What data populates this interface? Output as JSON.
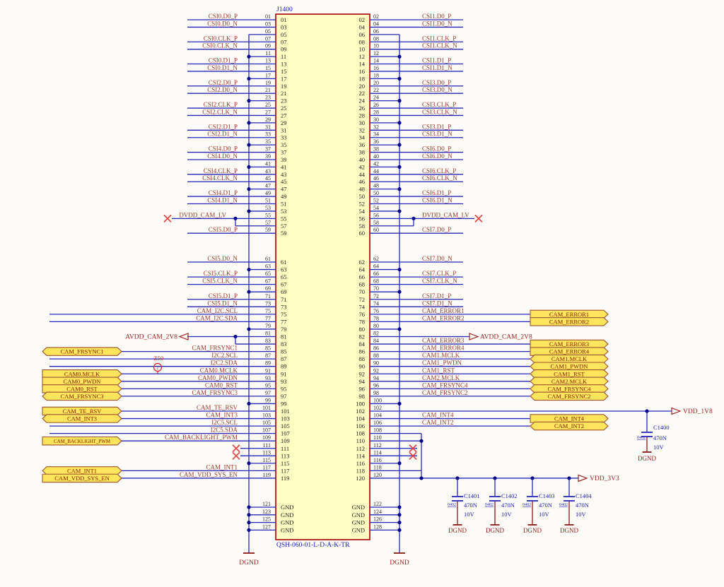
{
  "connector": {
    "refdes": "J1400",
    "part_number": "QSH-060-01-L-D-A-K-TR",
    "gnd_pin_name": "GND",
    "gnd_pins_left": [
      "121",
      "123",
      "125",
      "127"
    ],
    "gnd_pins_right": [
      "122",
      "124",
      "126",
      "128"
    ]
  },
  "power": {
    "dvdd": "DVDD_CAM_LV",
    "avdd": "AVDD_CAM_2V8",
    "v18": "VDD_1V8",
    "v33": "VDD_3V3",
    "dgnd": "DGND"
  },
  "impedance_note": {
    "label": "Z50",
    "glyph": "i"
  },
  "colors": {
    "wire": "#2626B8",
    "body_fill": "#FFFFC4",
    "body_stroke": "#A40000",
    "flag_fill": "#FFE45E",
    "net_text": "#A03B2E",
    "power_text": "#9E2121",
    "blue_text": "#1A1AB4",
    "nc_x": "#E04545"
  },
  "capacitors": [
    {
      "ref": "C1400",
      "footprint": "0402",
      "value": "470N",
      "voltage": "10V"
    },
    {
      "ref": "C1401",
      "footprint": "0402",
      "value": "470N",
      "voltage": "10V"
    },
    {
      "ref": "C1402",
      "footprint": "0402",
      "value": "470N",
      "voltage": "10V"
    },
    {
      "ref": "C1403",
      "footprint": "0402",
      "value": "470N",
      "voltage": "10V"
    },
    {
      "ref": "C1404",
      "footprint": "0402",
      "value": "470N",
      "voltage": "10V"
    }
  ],
  "left_a": [
    {
      "pin": "01",
      "kind": "net",
      "net": "CSI0.D0_P"
    },
    {
      "pin": "03",
      "kind": "net",
      "net": "CSI0.D0_N"
    },
    {
      "pin": "05",
      "kind": "shield",
      "first": true
    },
    {
      "pin": "07",
      "kind": "net",
      "net": "CSI0.CLK_P"
    },
    {
      "pin": "09",
      "kind": "net",
      "net": "CSI0.CLK_N"
    },
    {
      "pin": "11",
      "kind": "shield"
    },
    {
      "pin": "13",
      "kind": "net",
      "net": "CSI0.D1_P"
    },
    {
      "pin": "15",
      "kind": "net",
      "net": "CSI0.D1_N"
    },
    {
      "pin": "17",
      "kind": "shield"
    },
    {
      "pin": "19",
      "kind": "net",
      "net": "CSI2.D0_P"
    },
    {
      "pin": "21",
      "kind": "net",
      "net": "CSI2.D0_N"
    },
    {
      "pin": "23",
      "kind": "shield"
    },
    {
      "pin": "25",
      "kind": "net",
      "net": "CSI2.CLK_P"
    },
    {
      "pin": "27",
      "kind": "net",
      "net": "CSI2.CLK_N"
    },
    {
      "pin": "29",
      "kind": "shield"
    },
    {
      "pin": "31",
      "kind": "net",
      "net": "CSI2.D1_P"
    },
    {
      "pin": "33",
      "kind": "net",
      "net": "CSI2.D1_N"
    },
    {
      "pin": "35",
      "kind": "shield"
    },
    {
      "pin": "37",
      "kind": "net",
      "net": "CSI4.D0_P"
    },
    {
      "pin": "39",
      "kind": "net",
      "net": "CSI4.D0_N"
    },
    {
      "pin": "41",
      "kind": "shield"
    },
    {
      "pin": "43",
      "kind": "net",
      "net": "CSI4.CLK_P"
    },
    {
      "pin": "45",
      "kind": "net",
      "net": "CSI4.CLK_N"
    },
    {
      "pin": "47",
      "kind": "shield"
    },
    {
      "pin": "49",
      "kind": "net",
      "net": "CSI4.D1_P"
    },
    {
      "pin": "51",
      "kind": "net",
      "net": "CSI4.D1_N"
    },
    {
      "pin": "53",
      "kind": "shield"
    },
    {
      "pin": "55",
      "kind": "powerx"
    },
    {
      "pin": "57",
      "kind": "jog"
    },
    {
      "pin": "59",
      "kind": "net",
      "net": "CSI5.D0_P"
    }
  ],
  "left_b": [
    {
      "pin": "61",
      "kind": "net",
      "net": "CSI5.D0_N"
    },
    {
      "pin": "63",
      "kind": "shield"
    },
    {
      "pin": "65",
      "kind": "net",
      "net": "CSI5.CLK_P"
    },
    {
      "pin": "67",
      "kind": "net",
      "net": "CSI5.CLK_N"
    },
    {
      "pin": "69",
      "kind": "shield"
    },
    {
      "pin": "71",
      "kind": "net",
      "net": "CSI5.D1_P"
    },
    {
      "pin": "73",
      "kind": "net",
      "net": "CSI5.D1_N"
    },
    {
      "pin": "75",
      "kind": "net",
      "net": "CAM_I2C.SCL",
      "long": true
    },
    {
      "pin": "77",
      "kind": "net",
      "net": "CAM_I2C.SDA",
      "long": true
    },
    {
      "pin": "79",
      "kind": "shield"
    },
    {
      "pin": "81",
      "kind": "avdd"
    },
    {
      "pin": "83",
      "kind": "jog"
    },
    {
      "pin": "85",
      "kind": "flag",
      "dir": "bi",
      "net": "CAM_FRSYNC1"
    },
    {
      "pin": "87",
      "kind": "net",
      "net": "I2C2.SCL",
      "long": true
    },
    {
      "pin": "89",
      "kind": "net",
      "net": "I2C2.SDA",
      "long": true
    },
    {
      "pin": "91",
      "kind": "flag",
      "dir": "out",
      "net": "CAM0.MCLK"
    },
    {
      "pin": "93",
      "kind": "flag",
      "dir": "out",
      "net": "CAM0_PWDN"
    },
    {
      "pin": "95",
      "kind": "flag",
      "dir": "out",
      "net": "CAM0_RST"
    },
    {
      "pin": "97",
      "kind": "flag",
      "dir": "bi",
      "net": "CAM_FRSYNC3"
    },
    {
      "pin": "99",
      "kind": "shield"
    },
    {
      "pin": "101",
      "kind": "flag",
      "dir": "out",
      "net": "CAM_TE_RSV"
    },
    {
      "pin": "103",
      "kind": "flag",
      "dir": "bi",
      "net": "CAM_INT3"
    },
    {
      "pin": "105",
      "kind": "net",
      "net": "I2C5.SCL",
      "long": true
    },
    {
      "pin": "107",
      "kind": "net",
      "net": "I2C5.SDA",
      "long": true
    },
    {
      "pin": "109",
      "kind": "flag",
      "dir": "out",
      "net": "CAM_BACKLIGHT_PWM",
      "small": true
    },
    {
      "pin": "111",
      "kind": "nc"
    },
    {
      "pin": "113",
      "kind": "nc"
    },
    {
      "pin": "115",
      "kind": "shield"
    },
    {
      "pin": "117",
      "kind": "flag",
      "dir": "bi",
      "net": "CAM_INT1"
    },
    {
      "pin": "119",
      "kind": "flag",
      "dir": "out",
      "net": "CAM_VDD_SYS_EN"
    }
  ],
  "right_a": [
    {
      "pin": "02",
      "kind": "net",
      "net": "CSI1.D0_P"
    },
    {
      "pin": "04",
      "kind": "net",
      "net": "CSI1.D0_N"
    },
    {
      "pin": "06",
      "kind": "shield",
      "first": true
    },
    {
      "pin": "08",
      "kind": "net",
      "net": "CSI1.CLK_P"
    },
    {
      "pin": "10",
      "kind": "net",
      "net": "CSI1.CLK_N"
    },
    {
      "pin": "12",
      "kind": "shield"
    },
    {
      "pin": "14",
      "kind": "net",
      "net": "CSI1.D1_P"
    },
    {
      "pin": "16",
      "kind": "net",
      "net": "CSI1.D1_N"
    },
    {
      "pin": "18",
      "kind": "shield"
    },
    {
      "pin": "20",
      "kind": "net",
      "net": "CSI3.D0_P"
    },
    {
      "pin": "22",
      "kind": "net",
      "net": "CSI3.D0_N"
    },
    {
      "pin": "24",
      "kind": "shield"
    },
    {
      "pin": "26",
      "kind": "net",
      "net": "CSI3.CLK_P"
    },
    {
      "pin": "28",
      "kind": "net",
      "net": "CSI3.CLK_N"
    },
    {
      "pin": "30",
      "kind": "shield"
    },
    {
      "pin": "32",
      "kind": "net",
      "net": "CSI3.D1_P"
    },
    {
      "pin": "34",
      "kind": "net",
      "net": "CSI3.D1_N"
    },
    {
      "pin": "36",
      "kind": "shield"
    },
    {
      "pin": "38",
      "kind": "net",
      "net": "CSI6.D0_P"
    },
    {
      "pin": "40",
      "kind": "net",
      "net": "CSI6.D0_N"
    },
    {
      "pin": "42",
      "kind": "shield"
    },
    {
      "pin": "44",
      "kind": "net",
      "net": "CSI6.CLK_P"
    },
    {
      "pin": "46",
      "kind": "net",
      "net": "CSI6.CLK_N"
    },
    {
      "pin": "48",
      "kind": "shield"
    },
    {
      "pin": "50",
      "kind": "net",
      "net": "CSI6.D1_P"
    },
    {
      "pin": "52",
      "kind": "net",
      "net": "CSI6.D1_N"
    },
    {
      "pin": "54",
      "kind": "shield"
    },
    {
      "pin": "56",
      "kind": "powerx"
    },
    {
      "pin": "58",
      "kind": "jog"
    },
    {
      "pin": "60",
      "kind": "net",
      "net": "CSI7.D0_P"
    }
  ],
  "right_b": [
    {
      "pin": "62",
      "kind": "net",
      "net": "CSI7.D0_N"
    },
    {
      "pin": "64",
      "kind": "shield"
    },
    {
      "pin": "66",
      "kind": "net",
      "net": "CSI7.CLK_P"
    },
    {
      "pin": "68",
      "kind": "net",
      "net": "CSI7.CLK_N"
    },
    {
      "pin": "70",
      "kind": "shield"
    },
    {
      "pin": "72",
      "kind": "net",
      "net": "CSI7.D1_P"
    },
    {
      "pin": "74",
      "kind": "net",
      "net": "CSI7.D1_N"
    },
    {
      "pin": "76",
      "kind": "flag",
      "dir": "out",
      "net": "CAM_ERROR1"
    },
    {
      "pin": "78",
      "kind": "flag",
      "dir": "out",
      "net": "CAM_ERROR2"
    },
    {
      "pin": "80",
      "kind": "shield"
    },
    {
      "pin": "82",
      "kind": "avdd"
    },
    {
      "pin": "84",
      "kind": "flag",
      "dir": "out",
      "net": "CAM_ERROR3"
    },
    {
      "pin": "86",
      "kind": "flag",
      "dir": "out",
      "net": "CAM_ERROR4"
    },
    {
      "pin": "88",
      "kind": "flag",
      "dir": "bi",
      "net": "CAM1.MCLK"
    },
    {
      "pin": "90",
      "kind": "flag",
      "dir": "bi",
      "net": "CAM1_PWDN"
    },
    {
      "pin": "92",
      "kind": "flag",
      "dir": "bi",
      "net": "CAM1_RST"
    },
    {
      "pin": "94",
      "kind": "flag",
      "dir": "bi",
      "net": "CAM2.MCLK"
    },
    {
      "pin": "96",
      "kind": "flag",
      "dir": "bi",
      "net": "CAM_FRSYNC4"
    },
    {
      "pin": "98",
      "kind": "flag",
      "dir": "bi",
      "net": "CAM_FRSYNC2"
    },
    {
      "pin": "100",
      "kind": "shield"
    },
    {
      "pin": "102",
      "kind": "rail18"
    },
    {
      "pin": "104",
      "kind": "flag",
      "dir": "out",
      "net": "CAM_INT4"
    },
    {
      "pin": "106",
      "kind": "flag",
      "dir": "bi",
      "net": "CAM_INT2"
    },
    {
      "pin": "108",
      "kind": "bus2"
    },
    {
      "pin": "110",
      "kind": "bus2",
      "dot": true
    },
    {
      "pin": "112",
      "kind": "nc"
    },
    {
      "pin": "114",
      "kind": "nc"
    },
    {
      "pin": "116",
      "kind": "shield"
    },
    {
      "pin": "118",
      "kind": "bus2"
    },
    {
      "pin": "120",
      "kind": "rail33"
    }
  ]
}
